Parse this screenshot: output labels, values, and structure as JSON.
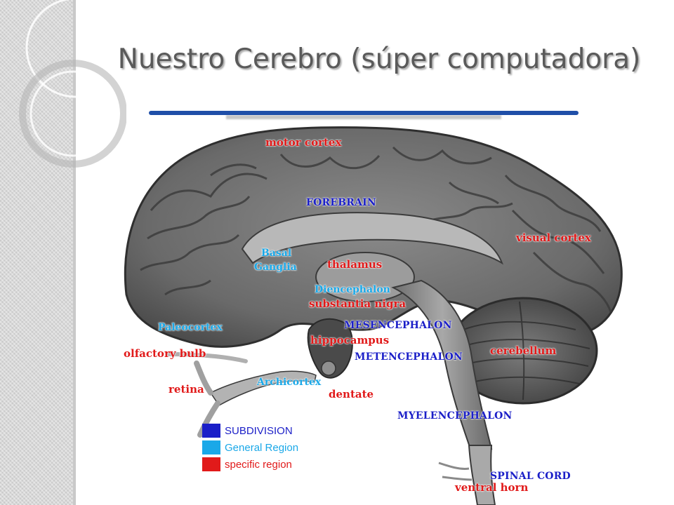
{
  "slide": {
    "title": "Nuestro Cerebro (súper computadora)"
  },
  "colors": {
    "title_rule": "#1f4fa8",
    "subdivision": "#1b1fc8",
    "general_region": "#1aa8e8",
    "specific_region": "#e11a1a"
  },
  "diagram": {
    "labels": {
      "motor_cortex": "motor cortex",
      "forebrain": "FOREBRAIN",
      "basal": "Basal",
      "ganglia": "Ganglia",
      "thalamus": "thalamus",
      "visual_cortex": "visual cortex",
      "diencephalon": "Diencephalon",
      "substantia_nigra": "substantia nigra",
      "paleocortex": "Paleocortex",
      "mesencephalon": "MESENCEPHALON",
      "hippocampus": "hippocampus",
      "olfactory_bulb": "olfactory bulb",
      "metencephalon": "METENCEPHALON",
      "cerebellum": "cerebellum",
      "retina": "retina",
      "archicortex": "Archicortex",
      "dentate": "dentate",
      "myelencephalon": "MYELENCEPHALON",
      "spinal_cord": "SPINAL CORD",
      "ventral_horn": "ventral horn"
    }
  },
  "legend": {
    "items": [
      {
        "label": "SUBDIVISION",
        "color": "#1b1fc8"
      },
      {
        "label": "General Region",
        "color": "#1aa8e8"
      },
      {
        "label": "specific region",
        "color": "#e11a1a"
      }
    ]
  }
}
